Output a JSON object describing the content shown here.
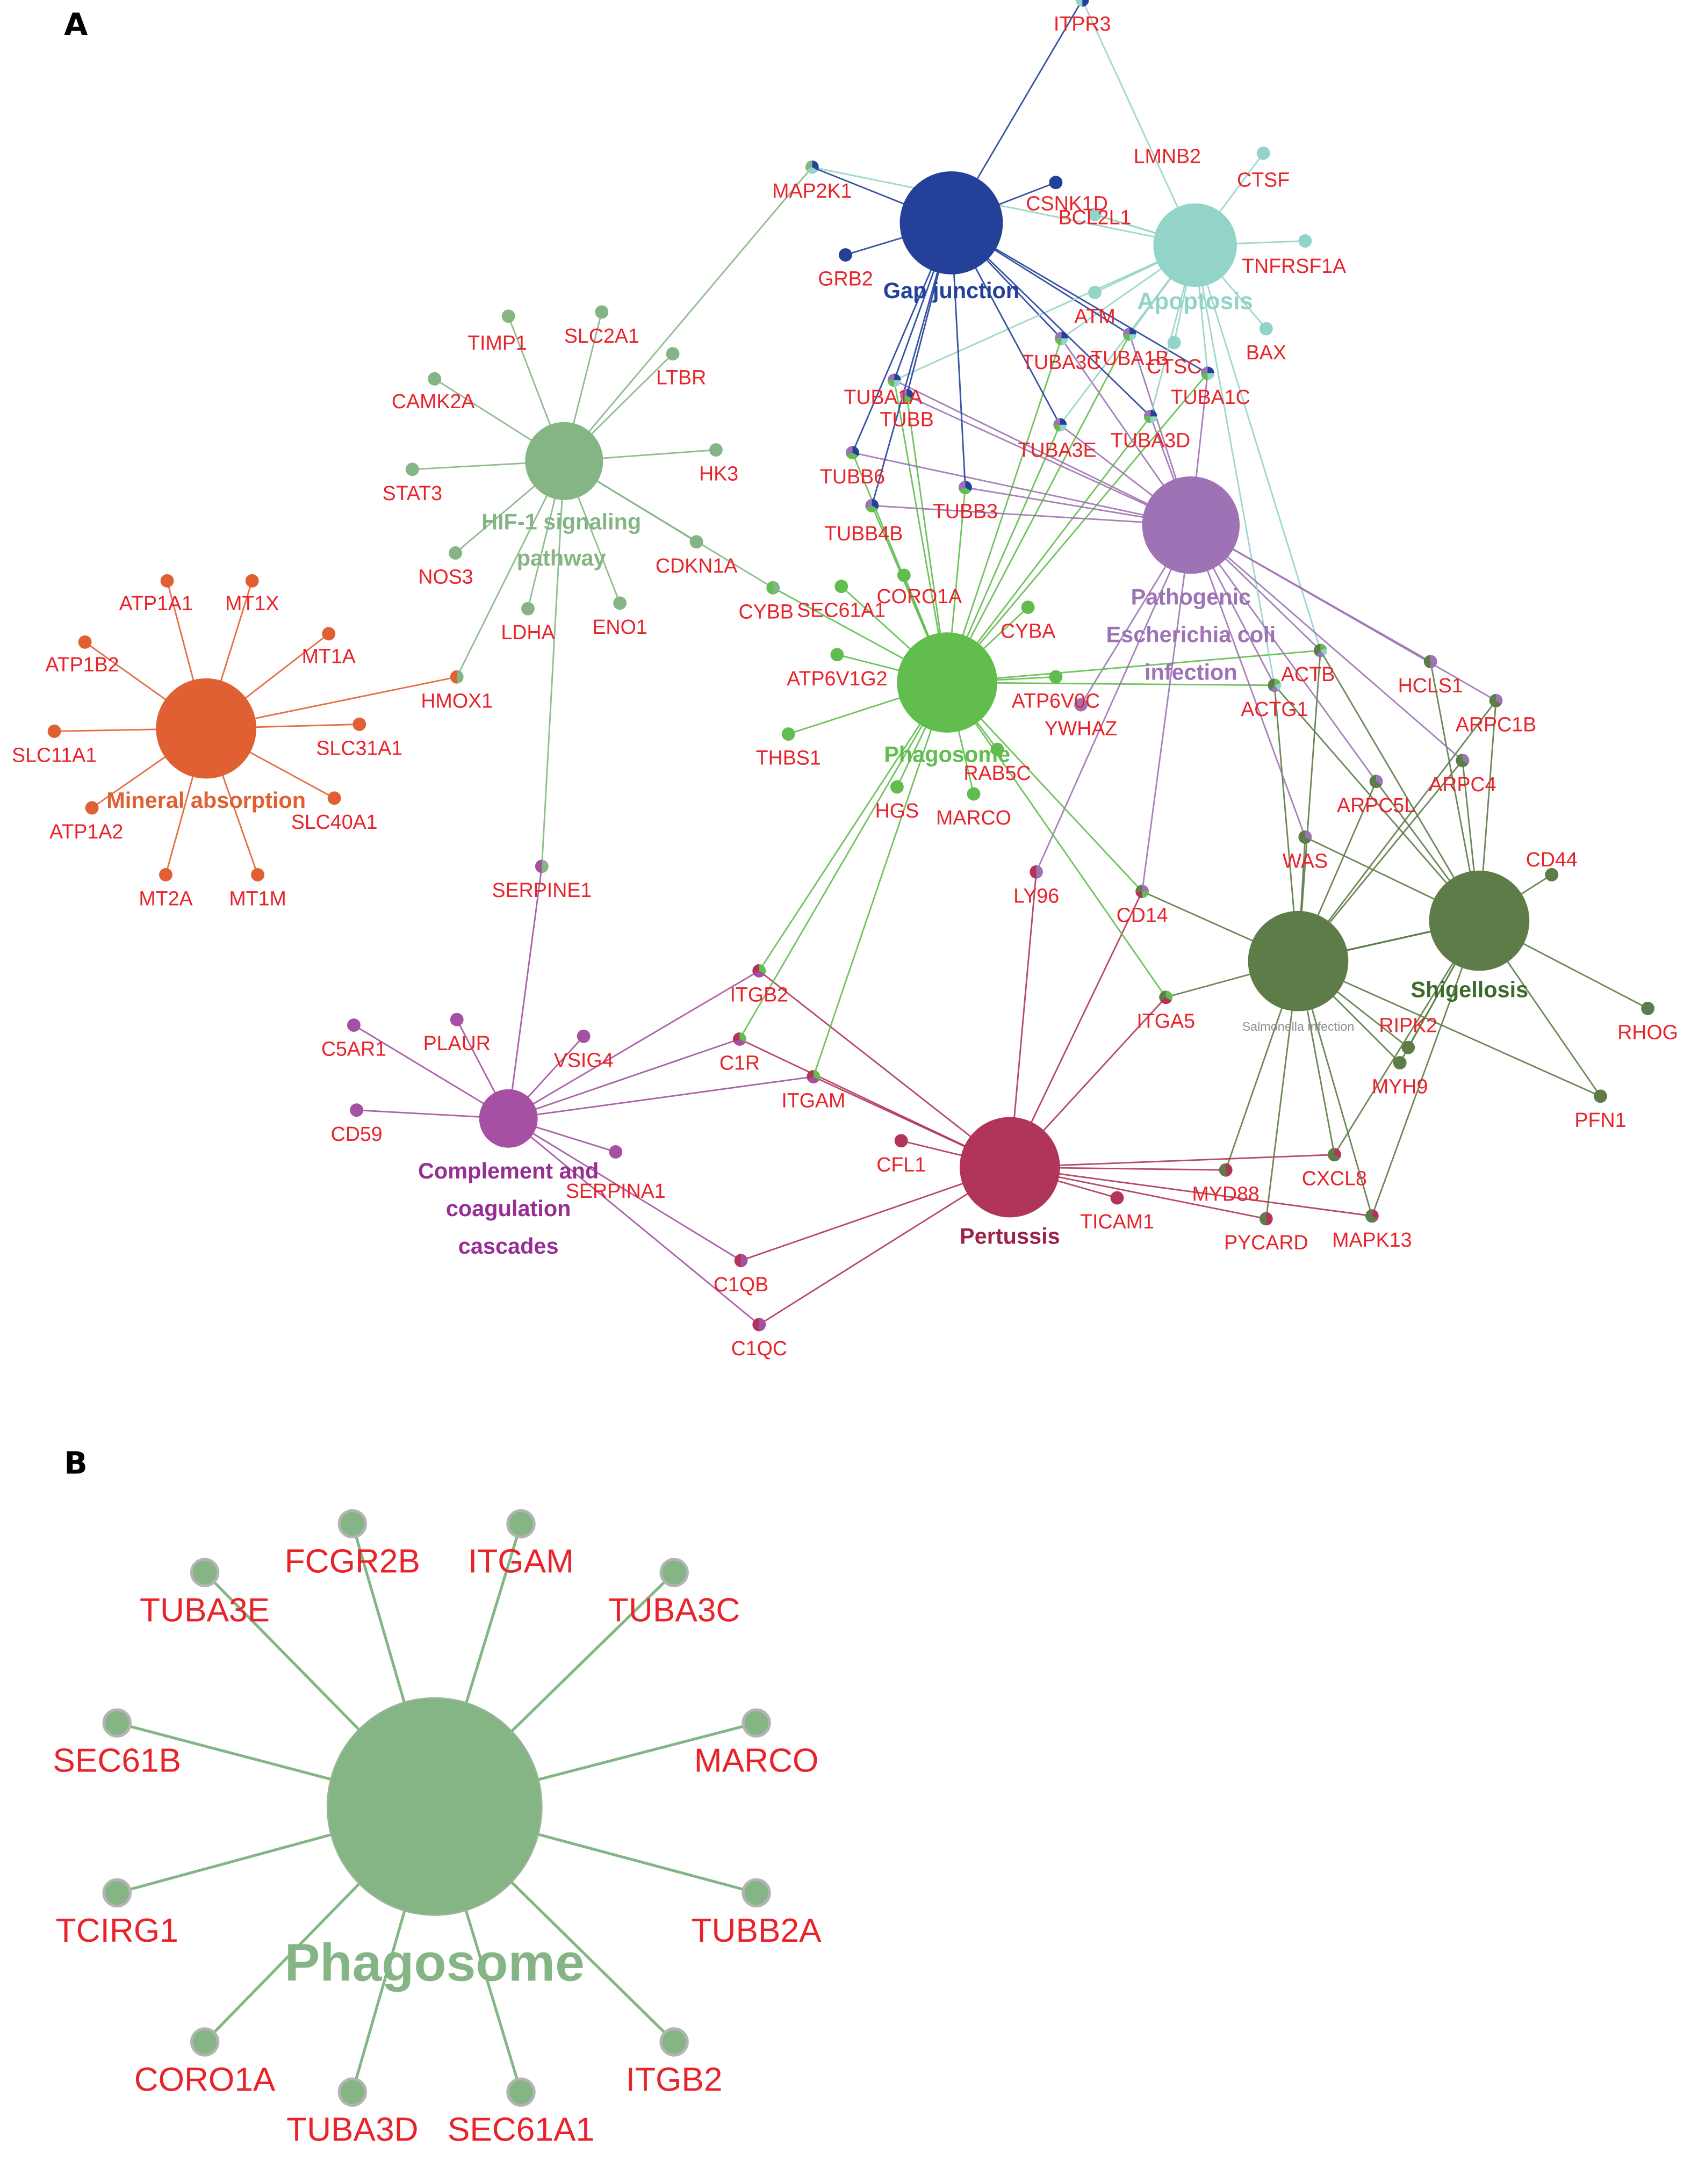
{
  "panels": {
    "A": {
      "letter": "A",
      "pathways": [
        {
          "id": "gap",
          "lines": [
            "Gap junction"
          ],
          "color": "#24419a"
        },
        {
          "id": "apo",
          "lines": [
            "Apoptosis"
          ],
          "color": "#93d4c9"
        },
        {
          "id": "hif",
          "lines": [
            "HIF-1 signaling",
            "pathway"
          ],
          "color": "#85b584"
        },
        {
          "id": "min",
          "lines": [
            "Mineral absorption"
          ],
          "color": "#e06033"
        },
        {
          "id": "pha",
          "lines": [
            "Phagosome"
          ],
          "color": "#62bd4f"
        },
        {
          "id": "eco",
          "lines": [
            "Pathogenic",
            "Escherichia coli",
            "infection"
          ],
          "color": "#9e73b5"
        },
        {
          "id": "sal",
          "lines": [
            "Salmonella infection"
          ],
          "color": "#5d7c48",
          "label_color": "#8f8f8f"
        },
        {
          "id": "shi",
          "lines": [
            "Shigellosis"
          ],
          "color": "#5d7c48",
          "label_color": "#3c6a2c"
        },
        {
          "id": "com",
          "lines": [
            "Complement and",
            "coagulation",
            "cascades"
          ],
          "color": "#a550a2",
          "label_color": "#962e94"
        },
        {
          "id": "per",
          "lines": [
            "Pertussis"
          ],
          "color": "#b03558",
          "label_color": "#9c2246"
        }
      ],
      "genes": [
        {
          "name": "ITPR3",
          "pathways": [
            "gap",
            "apo"
          ]
        },
        {
          "name": "MAP2K1",
          "pathways": [
            "gap",
            "apo",
            "hif"
          ]
        },
        {
          "name": "CSNK1D",
          "pathways": [
            "gap"
          ]
        },
        {
          "name": "GRB2",
          "pathways": [
            "gap"
          ]
        },
        {
          "name": "LMNB2",
          "pathways": [
            "apo"
          ]
        },
        {
          "name": "CTSF",
          "pathways": [
            "apo"
          ]
        },
        {
          "name": "BCL2L1",
          "pathways": [
            "apo"
          ]
        },
        {
          "name": "TNFRSF1A",
          "pathways": [
            "apo"
          ]
        },
        {
          "name": "ATM",
          "pathways": [
            "apo"
          ]
        },
        {
          "name": "BAX",
          "pathways": [
            "apo"
          ]
        },
        {
          "name": "CTSC",
          "pathways": [
            "apo"
          ]
        },
        {
          "name": "TUBA3C",
          "pathways": [
            "gap",
            "apo",
            "pha",
            "eco"
          ]
        },
        {
          "name": "TUBA1B",
          "pathways": [
            "gap",
            "apo",
            "pha",
            "eco"
          ]
        },
        {
          "name": "TUBA1A",
          "pathways": [
            "gap",
            "apo",
            "pha",
            "eco"
          ]
        },
        {
          "name": "TUBA1C",
          "pathways": [
            "gap",
            "apo",
            "pha",
            "eco"
          ]
        },
        {
          "name": "TUBB",
          "pathways": [
            "gap",
            "pha",
            "eco"
          ]
        },
        {
          "name": "TUBA3E",
          "pathways": [
            "gap",
            "apo",
            "pha",
            "eco"
          ]
        },
        {
          "name": "TUBA3D",
          "pathways": [
            "gap",
            "apo",
            "pha",
            "eco"
          ]
        },
        {
          "name": "TUBB6",
          "pathways": [
            "gap",
            "pha",
            "eco"
          ]
        },
        {
          "name": "TUBB3",
          "pathways": [
            "gap",
            "pha",
            "eco"
          ]
        },
        {
          "name": "TUBB4B",
          "pathways": [
            "gap",
            "pha",
            "eco"
          ]
        },
        {
          "name": "TIMP1",
          "pathways": [
            "hif"
          ]
        },
        {
          "name": "SLC2A1",
          "pathways": [
            "hif"
          ]
        },
        {
          "name": "LTBR",
          "pathways": [
            "hif"
          ]
        },
        {
          "name": "CAMK2A",
          "pathways": [
            "hif"
          ]
        },
        {
          "name": "HK3",
          "pathways": [
            "hif"
          ]
        },
        {
          "name": "STAT3",
          "pathways": [
            "hif"
          ]
        },
        {
          "name": "NOS3",
          "pathways": [
            "hif"
          ]
        },
        {
          "name": "CDKN1A",
          "pathways": [
            "hif"
          ]
        },
        {
          "name": "LDHA",
          "pathways": [
            "hif"
          ]
        },
        {
          "name": "ENO1",
          "pathways": [
            "hif"
          ]
        },
        {
          "name": "HMOX1",
          "pathways": [
            "hif",
            "min"
          ]
        },
        {
          "name": "SERPINE1",
          "pathways": [
            "hif",
            "com"
          ]
        },
        {
          "name": "ATP1A1",
          "pathways": [
            "min"
          ]
        },
        {
          "name": "MT1X",
          "pathways": [
            "min"
          ]
        },
        {
          "name": "ATP1B2",
          "pathways": [
            "min"
          ]
        },
        {
          "name": "MT1A",
          "pathways": [
            "min"
          ]
        },
        {
          "name": "SLC11A1",
          "pathways": [
            "min"
          ]
        },
        {
          "name": "SLC31A1",
          "pathways": [
            "min"
          ]
        },
        {
          "name": "ATP1A2",
          "pathways": [
            "min"
          ]
        },
        {
          "name": "SLC40A1",
          "pathways": [
            "min"
          ]
        },
        {
          "name": "MT2A",
          "pathways": [
            "min"
          ]
        },
        {
          "name": "MT1M",
          "pathways": [
            "min"
          ]
        },
        {
          "name": "CYBB",
          "pathways": [
            "hif",
            "pha"
          ]
        },
        {
          "name": "SEC61A1",
          "pathways": [
            "pha"
          ]
        },
        {
          "name": "CORO1A",
          "pathways": [
            "pha"
          ]
        },
        {
          "name": "CYBA",
          "pathways": [
            "pha"
          ]
        },
        {
          "name": "ATP6V1G2",
          "pathways": [
            "pha"
          ]
        },
        {
          "name": "ATP6V0C",
          "pathways": [
            "pha"
          ]
        },
        {
          "name": "YWHAZ",
          "pathways": [
            "eco"
          ]
        },
        {
          "name": "THBS1",
          "pathways": [
            "pha"
          ]
        },
        {
          "name": "RAB5C",
          "pathways": [
            "pha"
          ]
        },
        {
          "name": "HGS",
          "pathways": [
            "pha"
          ]
        },
        {
          "name": "MARCO",
          "pathways": [
            "pha"
          ]
        },
        {
          "name": "ACTB",
          "pathways": [
            "pha",
            "apo",
            "eco",
            "sal",
            "shi"
          ]
        },
        {
          "name": "ACTG1",
          "pathways": [
            "pha",
            "apo",
            "eco",
            "sal",
            "shi"
          ]
        },
        {
          "name": "HCLS1",
          "pathways": [
            "eco",
            "shi"
          ]
        },
        {
          "name": "ARPC1B",
          "pathways": [
            "eco",
            "sal",
            "shi"
          ]
        },
        {
          "name": "ARPC4",
          "pathways": [
            "eco",
            "sal",
            "shi"
          ]
        },
        {
          "name": "ARPC5L",
          "pathways": [
            "eco",
            "sal",
            "shi"
          ]
        },
        {
          "name": "WAS",
          "pathways": [
            "eco",
            "sal",
            "shi"
          ]
        },
        {
          "name": "CD44",
          "pathways": [
            "shi"
          ]
        },
        {
          "name": "LY96",
          "pathways": [
            "eco",
            "per"
          ]
        },
        {
          "name": "CD14",
          "pathways": [
            "eco",
            "pha",
            "per",
            "sal"
          ]
        },
        {
          "name": "ITGA5",
          "pathways": [
            "pha",
            "per",
            "sal"
          ]
        },
        {
          "name": "RIPK2",
          "pathways": [
            "sal",
            "shi"
          ]
        },
        {
          "name": "RHOG",
          "pathways": [
            "shi"
          ]
        },
        {
          "name": "MYH9",
          "pathways": [
            "sal",
            "shi"
          ]
        },
        {
          "name": "PFN1",
          "pathways": [
            "sal",
            "shi"
          ]
        },
        {
          "name": "ITGB2",
          "pathways": [
            "pha",
            "com",
            "per"
          ]
        },
        {
          "name": "C1R",
          "pathways": [
            "pha",
            "com",
            "per"
          ]
        },
        {
          "name": "ITGAM",
          "pathways": [
            "pha",
            "com",
            "per"
          ]
        },
        {
          "name": "C5AR1",
          "pathways": [
            "com"
          ]
        },
        {
          "name": "PLAUR",
          "pathways": [
            "com"
          ]
        },
        {
          "name": "VSIG4",
          "pathways": [
            "com"
          ]
        },
        {
          "name": "CD59",
          "pathways": [
            "com"
          ]
        },
        {
          "name": "SERPINA1",
          "pathways": [
            "com"
          ]
        },
        {
          "name": "CFL1",
          "pathways": [
            "per"
          ]
        },
        {
          "name": "C1QB",
          "pathways": [
            "com",
            "per"
          ]
        },
        {
          "name": "C1QC",
          "pathways": [
            "com",
            "per"
          ]
        },
        {
          "name": "MYD88",
          "pathways": [
            "per",
            "sal"
          ]
        },
        {
          "name": "TICAM1",
          "pathways": [
            "per"
          ]
        },
        {
          "name": "CXCL8",
          "pathways": [
            "per",
            "sal",
            "shi"
          ]
        },
        {
          "name": "PYCARD",
          "pathways": [
            "per",
            "sal"
          ]
        },
        {
          "name": "MAPK13",
          "pathways": [
            "per",
            "sal",
            "shi"
          ]
        }
      ],
      "pathway_links": [
        [
          "sal",
          "shi"
        ]
      ]
    },
    "B": {
      "letter": "B",
      "hub": {
        "label": "Phagosome",
        "color": "#85b584"
      },
      "genes": [
        "FCGR2B",
        "ITGAM",
        "TUBA3C",
        "MARCO",
        "TUBB2A",
        "ITGB2",
        "SEC61A1",
        "TUBA3D",
        "CORO1A",
        "TCIRG1",
        "SEC61B",
        "TUBA3E"
      ]
    }
  },
  "colors": {
    "gene_label": "#e8232a",
    "panel_letter": "#000000",
    "node_border_b": "#b4b4b4"
  }
}
